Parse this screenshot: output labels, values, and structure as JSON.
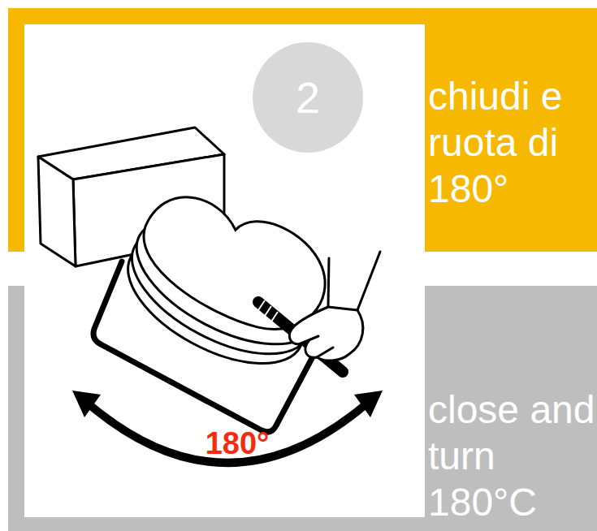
{
  "diagram": {
    "nodes": [
      {
        "text": [
          "2"
        ]
      },
      {
        "text": [
          "chiudi e ruota di 180°"
        ]
      },
      {
        "text": [
          "close and turn 180°C"
        ]
      }
    ],
    "labels": [
      "180°"
    ]
  }
}
